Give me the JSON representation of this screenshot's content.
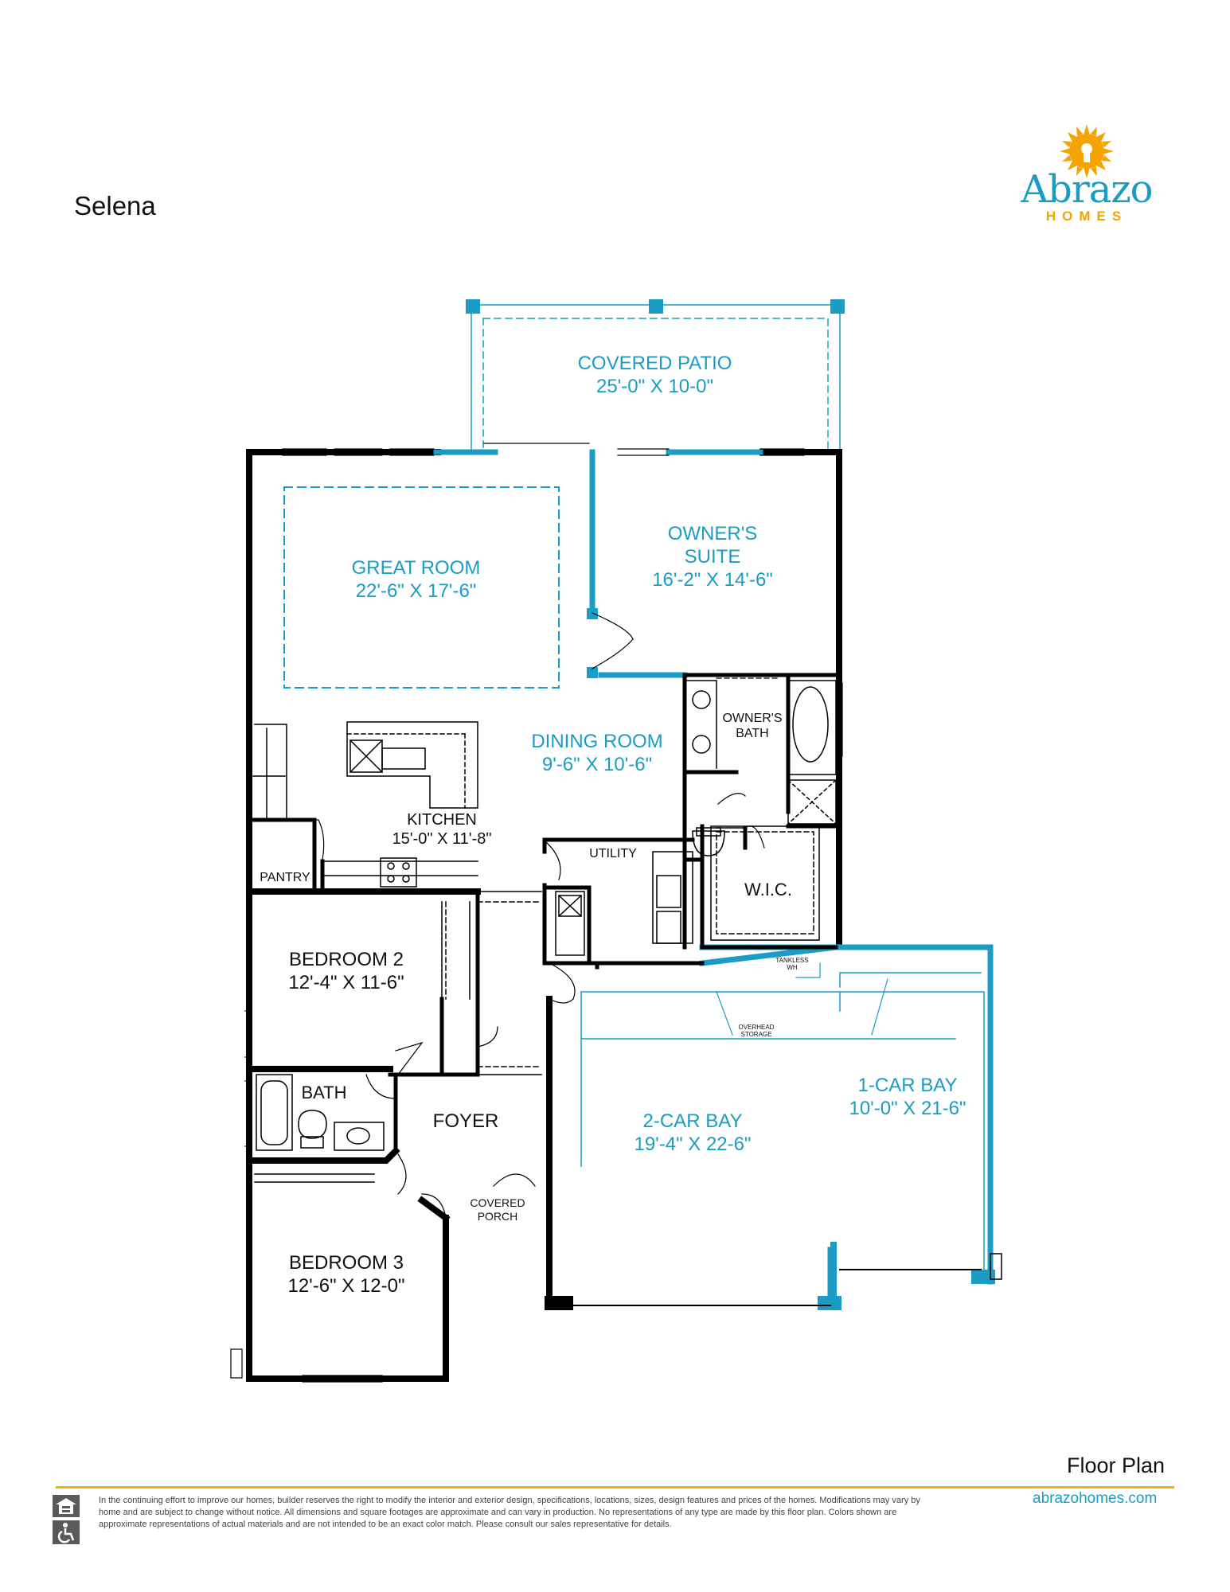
{
  "plan_name": "Selena",
  "brand": {
    "name": "Abrazo",
    "sub": "HOMES",
    "color": "#1a9cc4",
    "accent": "#f0a500",
    "icon": "sun-logo-icon"
  },
  "rooms": {
    "covered_patio": {
      "name": "COVERED PATIO",
      "size": "25'-0\" X 10-0\""
    },
    "great_room": {
      "name": "GREAT ROOM",
      "size": "22'-6\" X 17'-6\""
    },
    "owners_suite": {
      "name": "OWNER'S",
      "name2": "SUITE",
      "size": "16'-2\" X 14'-6\""
    },
    "owners_bath": {
      "name": "OWNER'S",
      "name2": "BATH"
    },
    "dining_room": {
      "name": "DINING ROOM",
      "size": "9'-6\" X 10'-6\""
    },
    "kitchen": {
      "name": "KITCHEN",
      "size": "15'-0\" X 11'-8\""
    },
    "pantry": {
      "name": "PANTRY"
    },
    "utility": {
      "name": "UTILITY"
    },
    "wic": {
      "name": "W.I.C."
    },
    "tankless": {
      "name": "TANKLESS",
      "name2": "WH"
    },
    "overhead": {
      "name": "OVERHEAD",
      "name2": "STORAGE"
    },
    "bedroom2": {
      "name": "BEDROOM 2",
      "size": "12'-4\" X 11-6\""
    },
    "bath": {
      "name": "BATH"
    },
    "foyer": {
      "name": "FOYER"
    },
    "covered_porch": {
      "name": "COVERED",
      "name2": "PORCH"
    },
    "bedroom3": {
      "name": "BEDROOM 3",
      "size": "12'-6\" X 12-0\""
    },
    "two_car_bay": {
      "name": "2-CAR BAY",
      "size": "19'-4\" X 22-6\""
    },
    "one_car_bay": {
      "name": "1-CAR BAY",
      "size": "10'-0\" X 21-6\""
    }
  },
  "footer": {
    "title": "Floor Plan",
    "website": "abrazohomes.com",
    "disclaimer": "In the continuing effort to improve our homes, builder reserves the right to modify the interior and exterior design, specifications, locations, sizes, design features and prices of the homes. Modifications may vary by home and are subject to change without notice. All dimensions and square footages are approximate and can vary in production. No representations of any type are made by this floor plan. Colors shown are approximate representations of actual materials and are not intended to be an exact color match. Please consult our sales representative for details.",
    "icons": [
      "equal-housing-icon",
      "accessibility-icon"
    ],
    "rule_color": "#f0b400"
  },
  "colors": {
    "wall": "#000000",
    "accent_wall": "#1a9cc4"
  }
}
